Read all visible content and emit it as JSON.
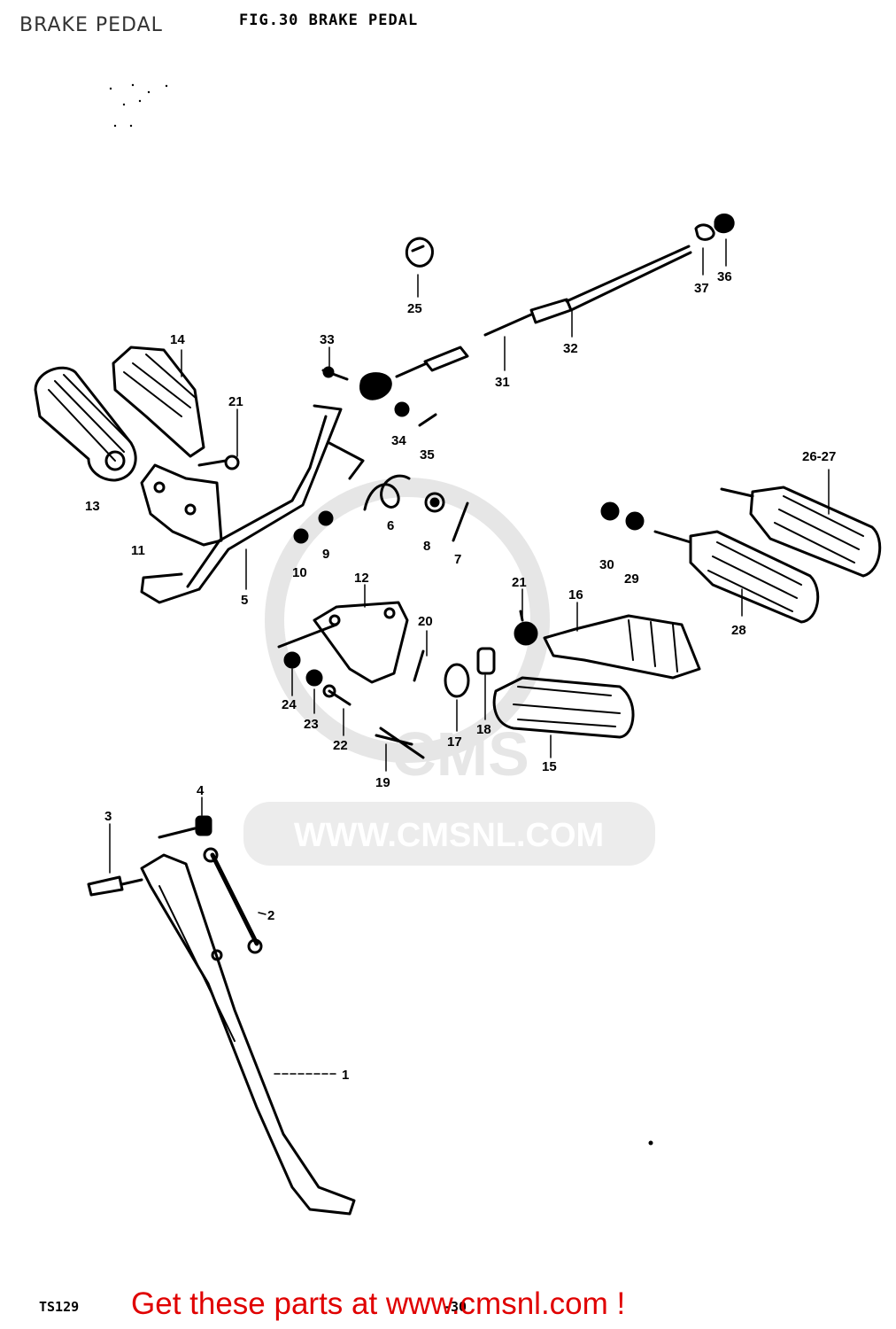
{
  "page": {
    "title": "BRAKE PEDAL",
    "figure_title": "FIG.30  BRAKE PEDAL",
    "model_code": "TS129",
    "page_number": "-30",
    "cta_text": "Get these parts at www.cmsnl.com !"
  },
  "watermark": {
    "text": "WWW.CMSNL.COM",
    "logo": "CMS"
  },
  "callouts": {
    "p1": "1",
    "p2": "2",
    "p3": "3",
    "p4": "4",
    "p5": "5",
    "p6": "6",
    "p7": "7",
    "p8": "8",
    "p9": "9",
    "p10": "10",
    "p11": "11",
    "p12": "12",
    "p13": "13",
    "p14": "14",
    "p15": "15",
    "p16": "16",
    "p17": "17",
    "p18": "18",
    "p19": "19",
    "p20": "20",
    "p21a": "21",
    "p21b": "21",
    "p22": "22",
    "p23": "23",
    "p24": "24",
    "p25": "25",
    "p2627": "26-27",
    "p28": "28",
    "p29": "29",
    "p30": "30",
    "p31": "31",
    "p32": "32",
    "p33": "33",
    "p34": "34",
    "p35": "35",
    "p36": "36",
    "p37": "37"
  }
}
